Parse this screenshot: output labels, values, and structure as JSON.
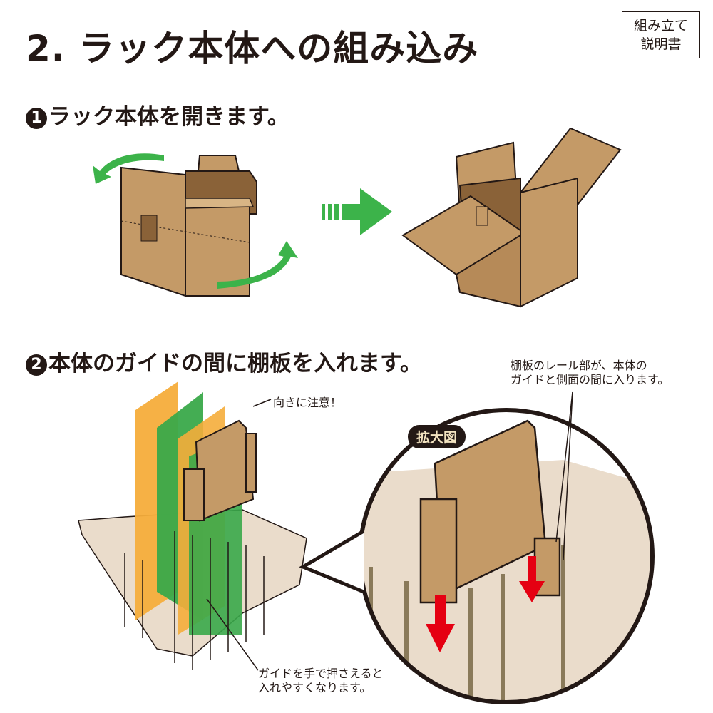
{
  "header": {
    "title": "2. ラック本体への組み込み",
    "badge_line1": "組み立て",
    "badge_line2": "説明書"
  },
  "steps": [
    {
      "number": "1",
      "text": "ラック本体を開きます。"
    },
    {
      "number": "2",
      "text": "本体のガイドの間に棚板を入れます。"
    }
  ],
  "notes": {
    "rail_line1": "棚板のレール部が、本体の",
    "rail_line2": "ガイドと側面の間に入ります。",
    "orientation": "向きに注意！",
    "guide_line1": "ガイドを手で押さえると",
    "guide_line2": "入れやすくなります。",
    "zoom_label": "拡大図"
  },
  "colors": {
    "cardboard": "#c49a67",
    "cardboard_dark": "#8a6238",
    "arrow_green": "#3cb34a",
    "highlight_orange": "#f5ad3b",
    "highlight_green": "#3aa94a",
    "arrow_red": "#e50012",
    "zoom_bg": "#eadccb"
  }
}
